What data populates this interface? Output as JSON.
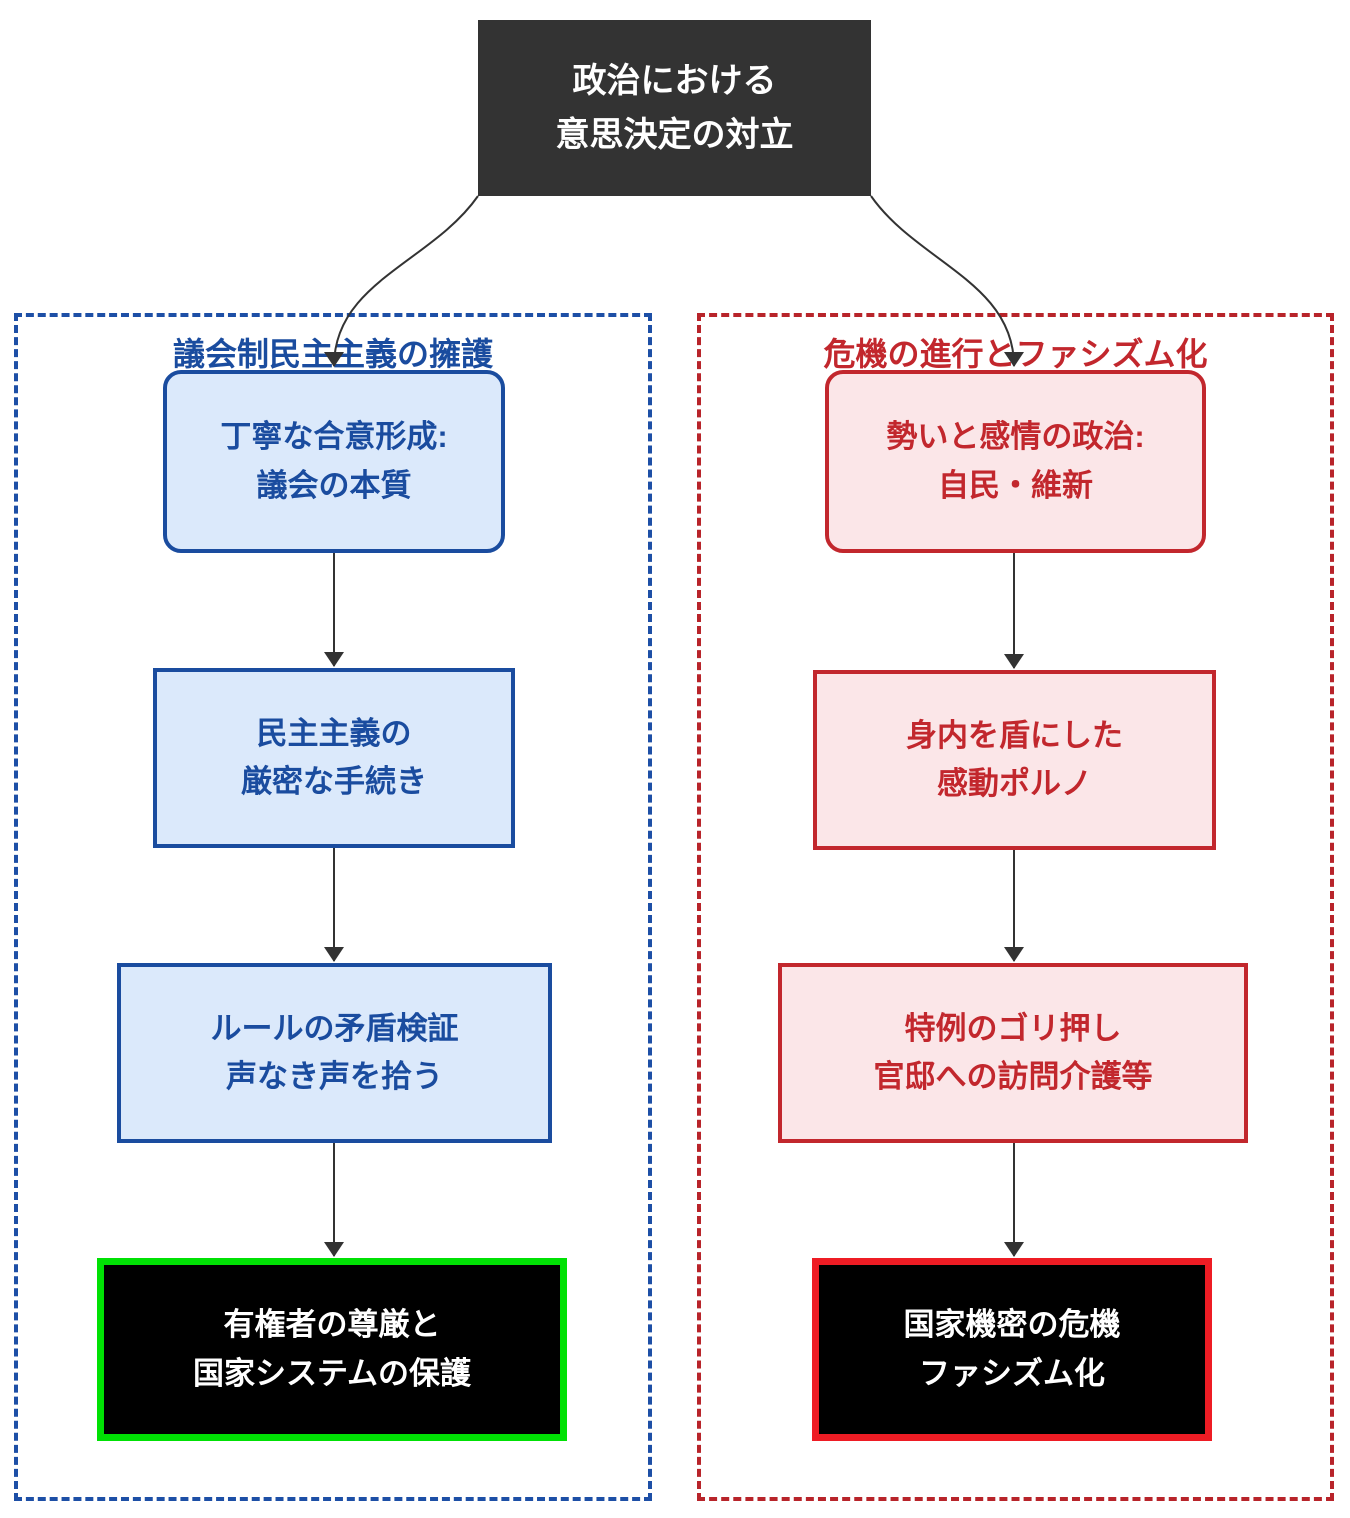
{
  "palette": {
    "top_node_bg": "#333333",
    "top_node_text": "#ffffff",
    "blue_accent": "#1a4c9f",
    "blue_fill": "#dbe9fb",
    "blue_dash_border": "#1d4fa6",
    "red_accent": "#c2272d",
    "red_fill": "#fbe6e8",
    "red_dash_border": "#b8242a",
    "terminal_bg": "#000000",
    "terminal_green_border": "#00e104",
    "terminal_red_border": "#ee1c24",
    "arrow_color": "#333333"
  },
  "top_node": {
    "line1": "政治における",
    "line2": "意思決定の対立"
  },
  "left_column": {
    "title": "議会制民主主義の擁護",
    "node1": {
      "line1": "丁寧な合意形成:",
      "line2": "議会の本質"
    },
    "node2": {
      "line1": "民主主義の",
      "line2": "厳密な手続き"
    },
    "node3": {
      "line1": "ルールの矛盾検証",
      "line2": "声なき声を拾う"
    },
    "node4": {
      "line1": "有権者の尊厳と",
      "line2": "国家システムの保護"
    }
  },
  "right_column": {
    "title": "危機の進行とファシズム化",
    "node1": {
      "line1": "勢いと感情の政治:",
      "line2": "自民・維新"
    },
    "node2": {
      "line1": "身内を盾にした",
      "line2": "感動ポルノ"
    },
    "node3": {
      "line1": "特例のゴリ押し",
      "line2": "官邸への訪問介護等"
    },
    "node4": {
      "line1": "国家機密の危機",
      "line2": "ファシズム化"
    }
  }
}
